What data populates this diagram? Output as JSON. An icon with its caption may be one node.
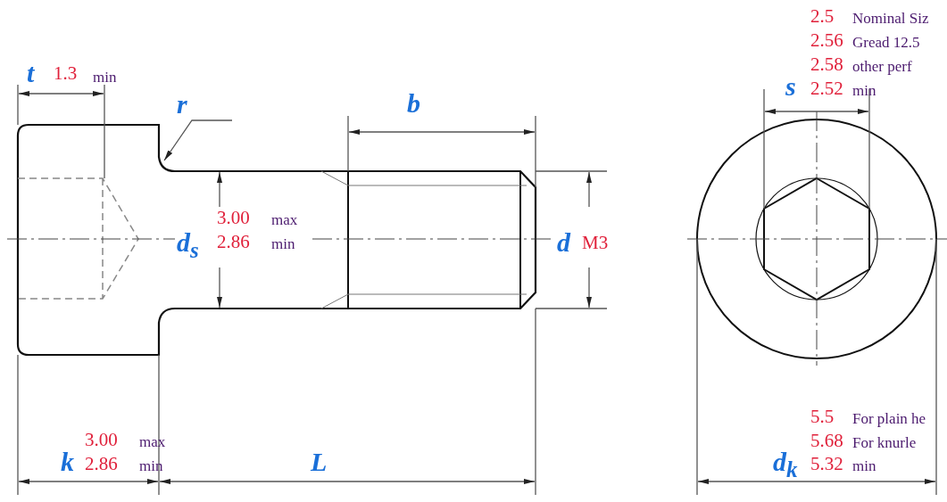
{
  "diagram": {
    "labels": [
      "t",
      "1.3",
      "min",
      "r",
      "b",
      "s",
      "2.5",
      "Nominal Siz",
      "2.56",
      "Gread 12.5",
      "2.58",
      "other perf",
      "2.52",
      "min",
      "d$_{s}$",
      "3.00",
      "max",
      "2.86",
      "min",
      "d",
      "M3",
      "k",
      "3.00",
      "max",
      "2.86",
      "min",
      "L",
      "d$_{k}$",
      "5.5",
      "For plain he",
      "5.68",
      "For knurle",
      "5.32",
      "min"
    ]
  }
}
